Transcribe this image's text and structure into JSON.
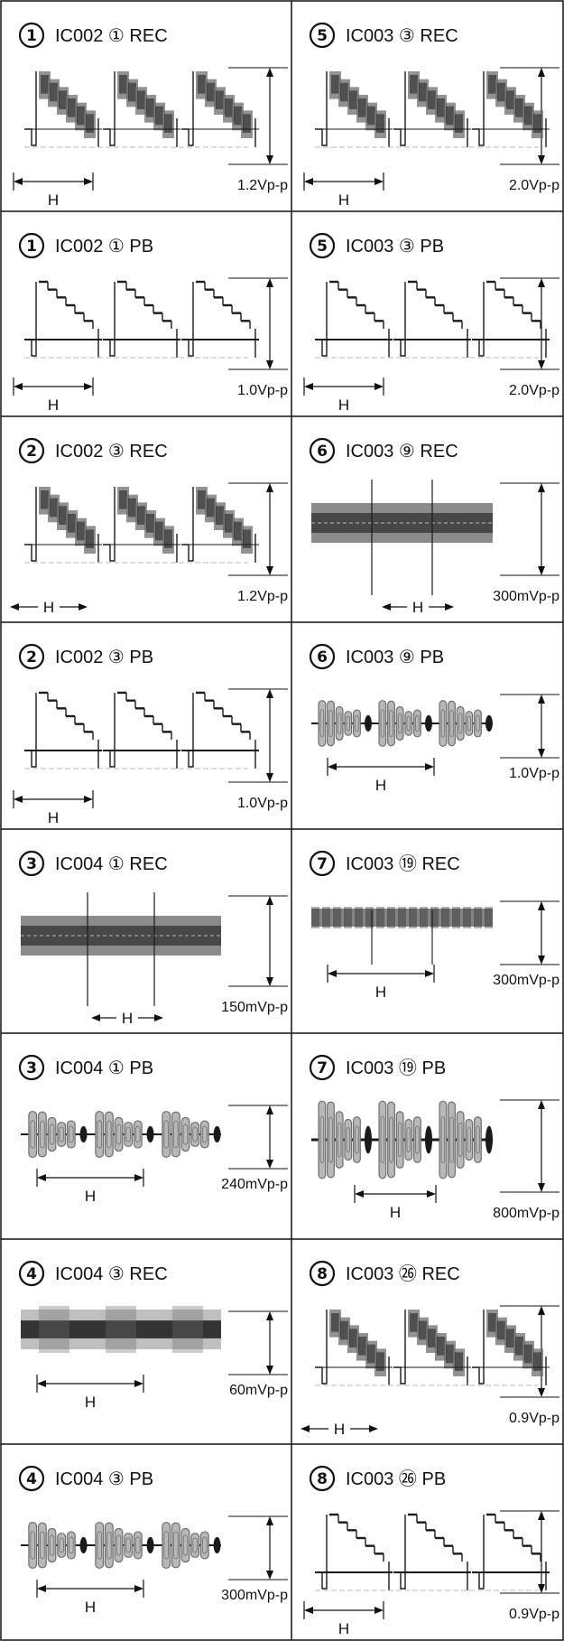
{
  "colors": {
    "line": "#111111",
    "wave_dark": "#1a1a1a",
    "wave_mid": "#6e6e6e",
    "wave_light": "#b8b8b8"
  },
  "h_label": "H",
  "panels": [
    {
      "num": "1",
      "title": "IC002 ① REC",
      "vpp": "1.2Vp-p",
      "wave": "staircase_dense",
      "arrow": "bottom"
    },
    {
      "num": "5",
      "title": "IC003 ③ REC",
      "vpp": "2.0Vp-p",
      "wave": "staircase_dense",
      "arrow": "bottom"
    },
    {
      "num": "1",
      "title": "IC002 ① PB",
      "vpp": "1.0Vp-p",
      "wave": "staircase",
      "arrow": "bottom"
    },
    {
      "num": "5",
      "title": "IC003 ③ PB",
      "vpp": "2.0Vp-p",
      "wave": "staircase",
      "arrow": "bottom"
    },
    {
      "num": "2",
      "title": "IC002 ③ REC",
      "vpp": "1.2Vp-p",
      "wave": "staircase_dense",
      "arrow": "bottom_tight"
    },
    {
      "num": "6",
      "title": "IC003 ⑨ REC",
      "vpp": "300mVp-p",
      "wave": "band_spikes",
      "arrow": "bottom_right"
    },
    {
      "num": "2",
      "title": "IC002 ③ PB",
      "vpp": "1.0Vp-p",
      "wave": "staircase",
      "arrow": "bottom"
    },
    {
      "num": "6",
      "title": "IC003 ⑨ PB",
      "vpp": "1.0Vp-p",
      "wave": "bursts",
      "arrow": "mid"
    },
    {
      "num": "3",
      "title": "IC004 ① REC",
      "vpp": "150mVp-p",
      "wave": "band_spikes",
      "arrow": "bottom_right"
    },
    {
      "num": "7",
      "title": "IC003 ⑲ REC",
      "vpp": "300mVp-p",
      "wave": "thin_band",
      "arrow": "mid"
    },
    {
      "num": "3",
      "title": "IC004 ① PB",
      "vpp": "240mVp-p",
      "wave": "bursts",
      "arrow": "mid"
    },
    {
      "num": "7",
      "title": "IC003 ⑲ PB",
      "vpp": "800mVp-p",
      "wave": "bursts_big",
      "arrow": "bottom_mid"
    },
    {
      "num": "4",
      "title": "IC004 ③ REC",
      "vpp": "60mVp-p",
      "wave": "flat_band",
      "arrow": "mid"
    },
    {
      "num": "8",
      "title": "IC003 ㉖ REC",
      "vpp": "0.9Vp-p",
      "wave": "staircase_dense",
      "arrow": "bottom_tight"
    },
    {
      "num": "4",
      "title": "IC004 ③ PB",
      "vpp": "300mVp-p",
      "wave": "bursts",
      "arrow": "mid"
    },
    {
      "num": "8",
      "title": "IC003 ㉖ PB",
      "vpp": "0.9Vp-p",
      "wave": "staircase",
      "arrow": "bottom"
    }
  ]
}
